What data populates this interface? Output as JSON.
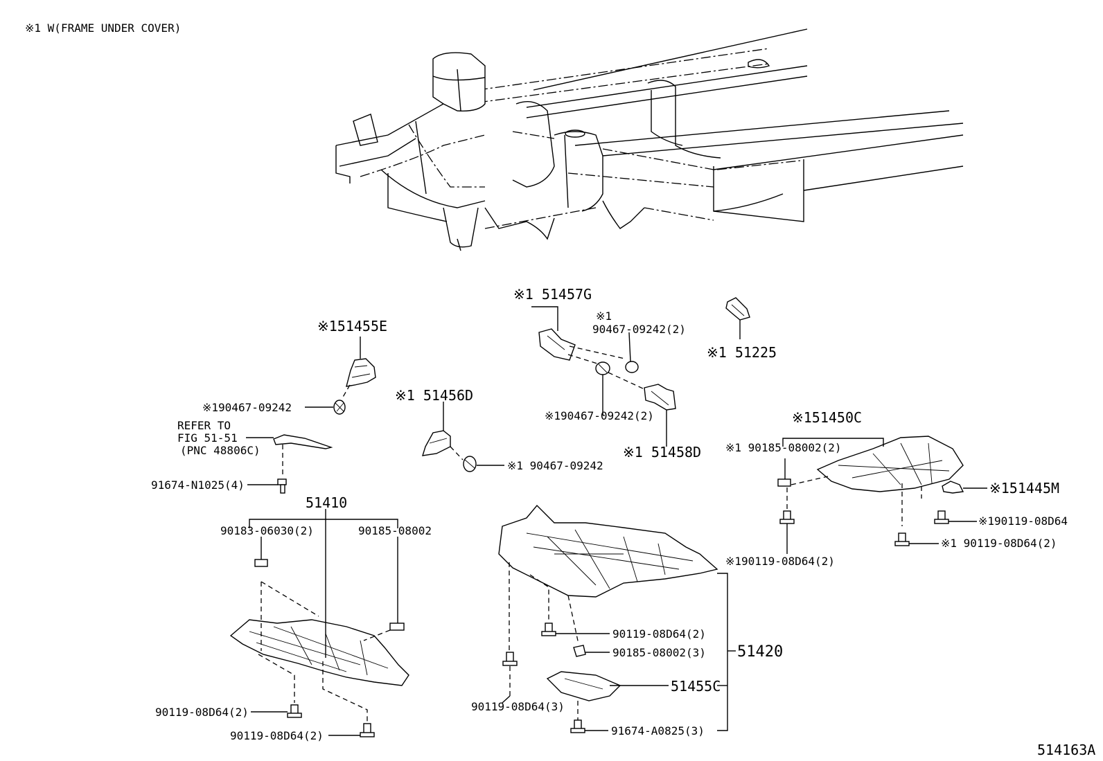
{
  "diagram": {
    "note": "※1 W(FRAME UNDER COVER)",
    "figure_id": "514163A",
    "refer": {
      "line1": "REFER TO",
      "line2": "FIG 51-51",
      "line3": "(PNC 48806C)"
    },
    "labels": {
      "p51457G": "※1 51457G",
      "p90467_top_mark": "※1",
      "p90467_top": "90467-09242(2)",
      "p51225": "※1 51225",
      "p51455E": "※151455E",
      "p90467_a": "※190467-09242",
      "p51456D": "※1 51456D",
      "p90467_b": "※1 90467-09242",
      "p90467_c": "※190467-09242(2)",
      "p51458D": "※1 51458D",
      "p51450C": "※151450C",
      "p90185_c": "※1 90185-08002(2)",
      "p51445M": "※151445M",
      "p90119_r1": "※190119-08D64",
      "p90119_r2": "※1  90119-08D64(2)",
      "p90119_r3": "※190119-08D64(2)",
      "p91674_n": "91674-N1025(4)",
      "p51410": "51410",
      "p90183": "90183-06030(2)",
      "p90185_a": "90185-08002",
      "p90119_a": "90119-08D64(2)",
      "p90119_b": "90119-08D64(2)",
      "p90119_c": "90119-08D64(2)",
      "p90185_b": "90185-08002(3)",
      "p51420": "51420",
      "p51455C": "51455C",
      "p90119_d": "90119-08D64(3)",
      "p91674_a": "91674-A0825(3)"
    }
  }
}
